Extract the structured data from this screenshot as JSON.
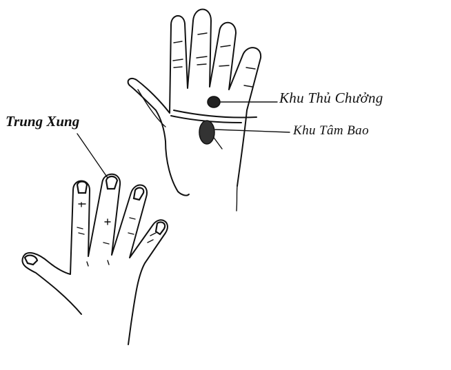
{
  "labels": {
    "trung_xung": "Trung Xung",
    "khu_thu_chuong": "Khu Thủ Chưởng",
    "khu_tam_bao": "Khu Tâm Bao"
  },
  "colors": {
    "ink": "#111111",
    "background": "#ffffff"
  }
}
